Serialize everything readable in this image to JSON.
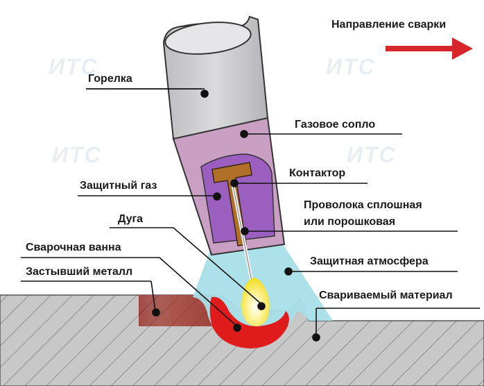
{
  "watermark": {
    "text": "ИТС"
  },
  "colors": {
    "torch_body": "#c9c9cb",
    "gas_nozzle": "#c9a0c4",
    "shield_gas": "#9b5fbf",
    "contact_tip": "#b0702a",
    "shield_atmosphere": "#a9dfe8",
    "weld_pool": "#e01b1b",
    "solid_metal": "#a0413b",
    "base_metal": "#c8c8c8",
    "arc": "#f7e634",
    "direction_arrow": "#d7262b"
  },
  "labels": {
    "direction": "Направление сварки",
    "torch": "Горелка",
    "gas_nozzle": "Газовое сопло",
    "contactor": "Контактор",
    "shield_gas": "Защитный газ",
    "wire_line1": "Проволока сплошная",
    "wire_line2": "или порошковая",
    "arc": "Дуга",
    "weld_pool": "Сварочная ванна",
    "solid_metal": "Застывший металл",
    "shield_atmosphere": "Защитная атмосфера",
    "base_material": "Свариваемый материал"
  }
}
